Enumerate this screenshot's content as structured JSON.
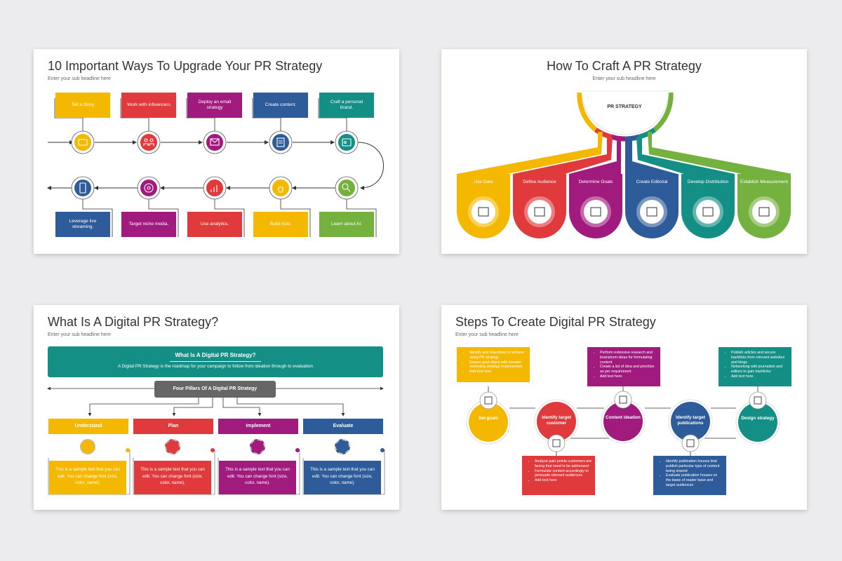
{
  "colors": {
    "yellow": "#F5B800",
    "red": "#E03A3C",
    "magenta": "#A11A7E",
    "navy": "#2E5C9A",
    "teal": "#138F86",
    "green": "#75B13E",
    "slide_bg": "#FFFFFF",
    "canvas_bg": "#ECECEE"
  },
  "slide1": {
    "title": "10 Important Ways To Upgrade Your PR Strategy",
    "subtitle": "Enter your sub headline here",
    "top_items": [
      {
        "label": "Tell a Story",
        "color": "yellow",
        "icon": "briefcase-icon"
      },
      {
        "label": "Work with influencers",
        "color": "red",
        "icon": "people-icon"
      },
      {
        "label": "Deploy an email strategy",
        "color": "magenta",
        "icon": "email-icon"
      },
      {
        "label": "Create content.",
        "color": "navy",
        "icon": "document-icon"
      },
      {
        "label": "Craft a personal brand.",
        "color": "teal",
        "icon": "id-card-icon"
      }
    ],
    "bottom_items": [
      {
        "label": "Leverage live streaming.",
        "color": "navy",
        "icon": "mobile-icon"
      },
      {
        "label": "Target niche media.",
        "color": "magenta",
        "icon": "target-icon"
      },
      {
        "label": "Use analytics.",
        "color": "red",
        "icon": "chart-icon"
      },
      {
        "label": "Build trust.",
        "color": "yellow",
        "icon": "lightbulb-icon"
      },
      {
        "label": "Learn about AI.",
        "color": "green",
        "icon": "search-icon"
      }
    ]
  },
  "slide2": {
    "title": "How To Craft A PR Strategy",
    "subtitle": "Enter your sub headline here",
    "center_label": "PR STRATEGY",
    "items": [
      {
        "label": "Use Data",
        "color": "yellow",
        "icon": "data-icon"
      },
      {
        "label": "Define Audience",
        "color": "red",
        "icon": "audience-icon"
      },
      {
        "label": "Determine Goals",
        "color": "magenta",
        "icon": "target-icon"
      },
      {
        "label": "Create Editorial",
        "color": "navy",
        "icon": "editorial-icon"
      },
      {
        "label": "Develop Distribution",
        "color": "teal",
        "icon": "distribution-icon"
      },
      {
        "label": "Establish Measurement",
        "color": "green",
        "icon": "ruler-icon"
      }
    ]
  },
  "slide3": {
    "title": "What Is A Digital PR Strategy?",
    "subtitle": "Enter your sub headline here",
    "banner_title": "What Is A Digital PR Strategy?",
    "banner_text": "A Digital PR Strategy is the roadmap for your campaign to follow from ideation through to evaluation",
    "pillars_label": "Four Pillars Of A Digital PR Strategy",
    "pillars": [
      {
        "label": "Understand",
        "color": "yellow",
        "icon": "lightbulb-icon",
        "text": "This is a sample text that you can edit. You can change font (size, color, name)."
      },
      {
        "label": "Plan",
        "color": "red",
        "icon": "checklist-icon",
        "text": "This is a sample text that you can edit. You can change font (size, color, name)."
      },
      {
        "label": "Implement",
        "color": "magenta",
        "icon": "gear-icon",
        "text": "This is a sample text that you can edit. You can change font (size, color, name)."
      },
      {
        "label": "Evaluate",
        "color": "navy",
        "icon": "report-icon",
        "text": "This is a sample text that you can edit. You can change font (size, color, name)."
      }
    ]
  },
  "slide4": {
    "title": "Steps To Create Digital PR Strategy",
    "subtitle": "Enter your sub headline here",
    "steps": [
      {
        "label": "Set goals",
        "color": "yellow",
        "icon": "edit-icon"
      },
      {
        "label": "Identify target customer",
        "color": "red",
        "icon": "user-icon"
      },
      {
        "label": "Content ideation",
        "color": "magenta",
        "icon": "idea-icon"
      },
      {
        "label": "Identify target publications",
        "color": "navy",
        "icon": "publication-icon"
      },
      {
        "label": "Design strategy",
        "color": "teal",
        "icon": "strategy-icon"
      }
    ],
    "notes": [
      {
        "color": "yellow",
        "bullets": [
          "Identify and objectives to achieve using PR strategy",
          "Ensure goal aligns with broader marketing strategy implemented",
          "Add text here"
        ]
      },
      {
        "color": "magenta",
        "bullets": [
          "Perform extensive research and brainstorm ideas for formulating content",
          "Create a list of idea and prioritize as per requirement",
          "Add text here"
        ]
      },
      {
        "color": "teal",
        "bullets": [
          "Publish articles and secure backlinks from relevant websites and blogs",
          "Networking with journalists and editors to gain backlinks",
          "Add text here"
        ]
      },
      {
        "color": "red",
        "bullets": [
          "Analyze pain points customers are facing that need to be addressed",
          "Formulate content accordingly to persuade relevant audiences",
          "Add text here"
        ]
      },
      {
        "color": "navy",
        "bullets": [
          "Identify publication houses that publish particular type of content being shared",
          "Evaluate publication houses on the basis of reader base and target audiences"
        ]
      }
    ]
  }
}
